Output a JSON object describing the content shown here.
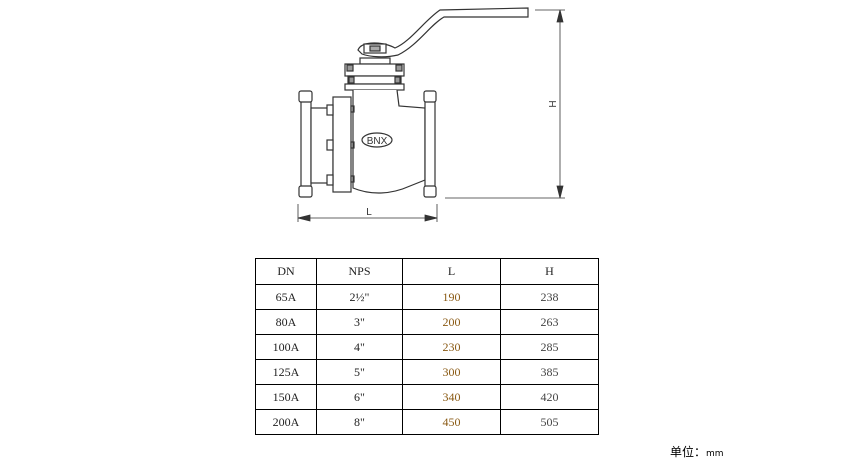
{
  "drawing": {
    "logo_text": "BNX",
    "dim_length_label": "L",
    "dim_height_label": "H"
  },
  "table": {
    "headers": [
      "DN",
      "NPS",
      "L",
      "H"
    ],
    "rows": [
      [
        "65A",
        "2½\"",
        "190",
        "238"
      ],
      [
        "80A",
        "3\"",
        "200",
        "263"
      ],
      [
        "100A",
        "4\"",
        "230",
        "285"
      ],
      [
        "125A",
        "5\"",
        "300",
        "385"
      ],
      [
        "150A",
        "6\"",
        "340",
        "420"
      ],
      [
        "200A",
        "8\"",
        "450",
        "505"
      ]
    ]
  },
  "unit": {
    "label": "单位：",
    "value": "mm"
  },
  "colors": {
    "l_values": "#8a5a14",
    "h_values": "#444444"
  }
}
